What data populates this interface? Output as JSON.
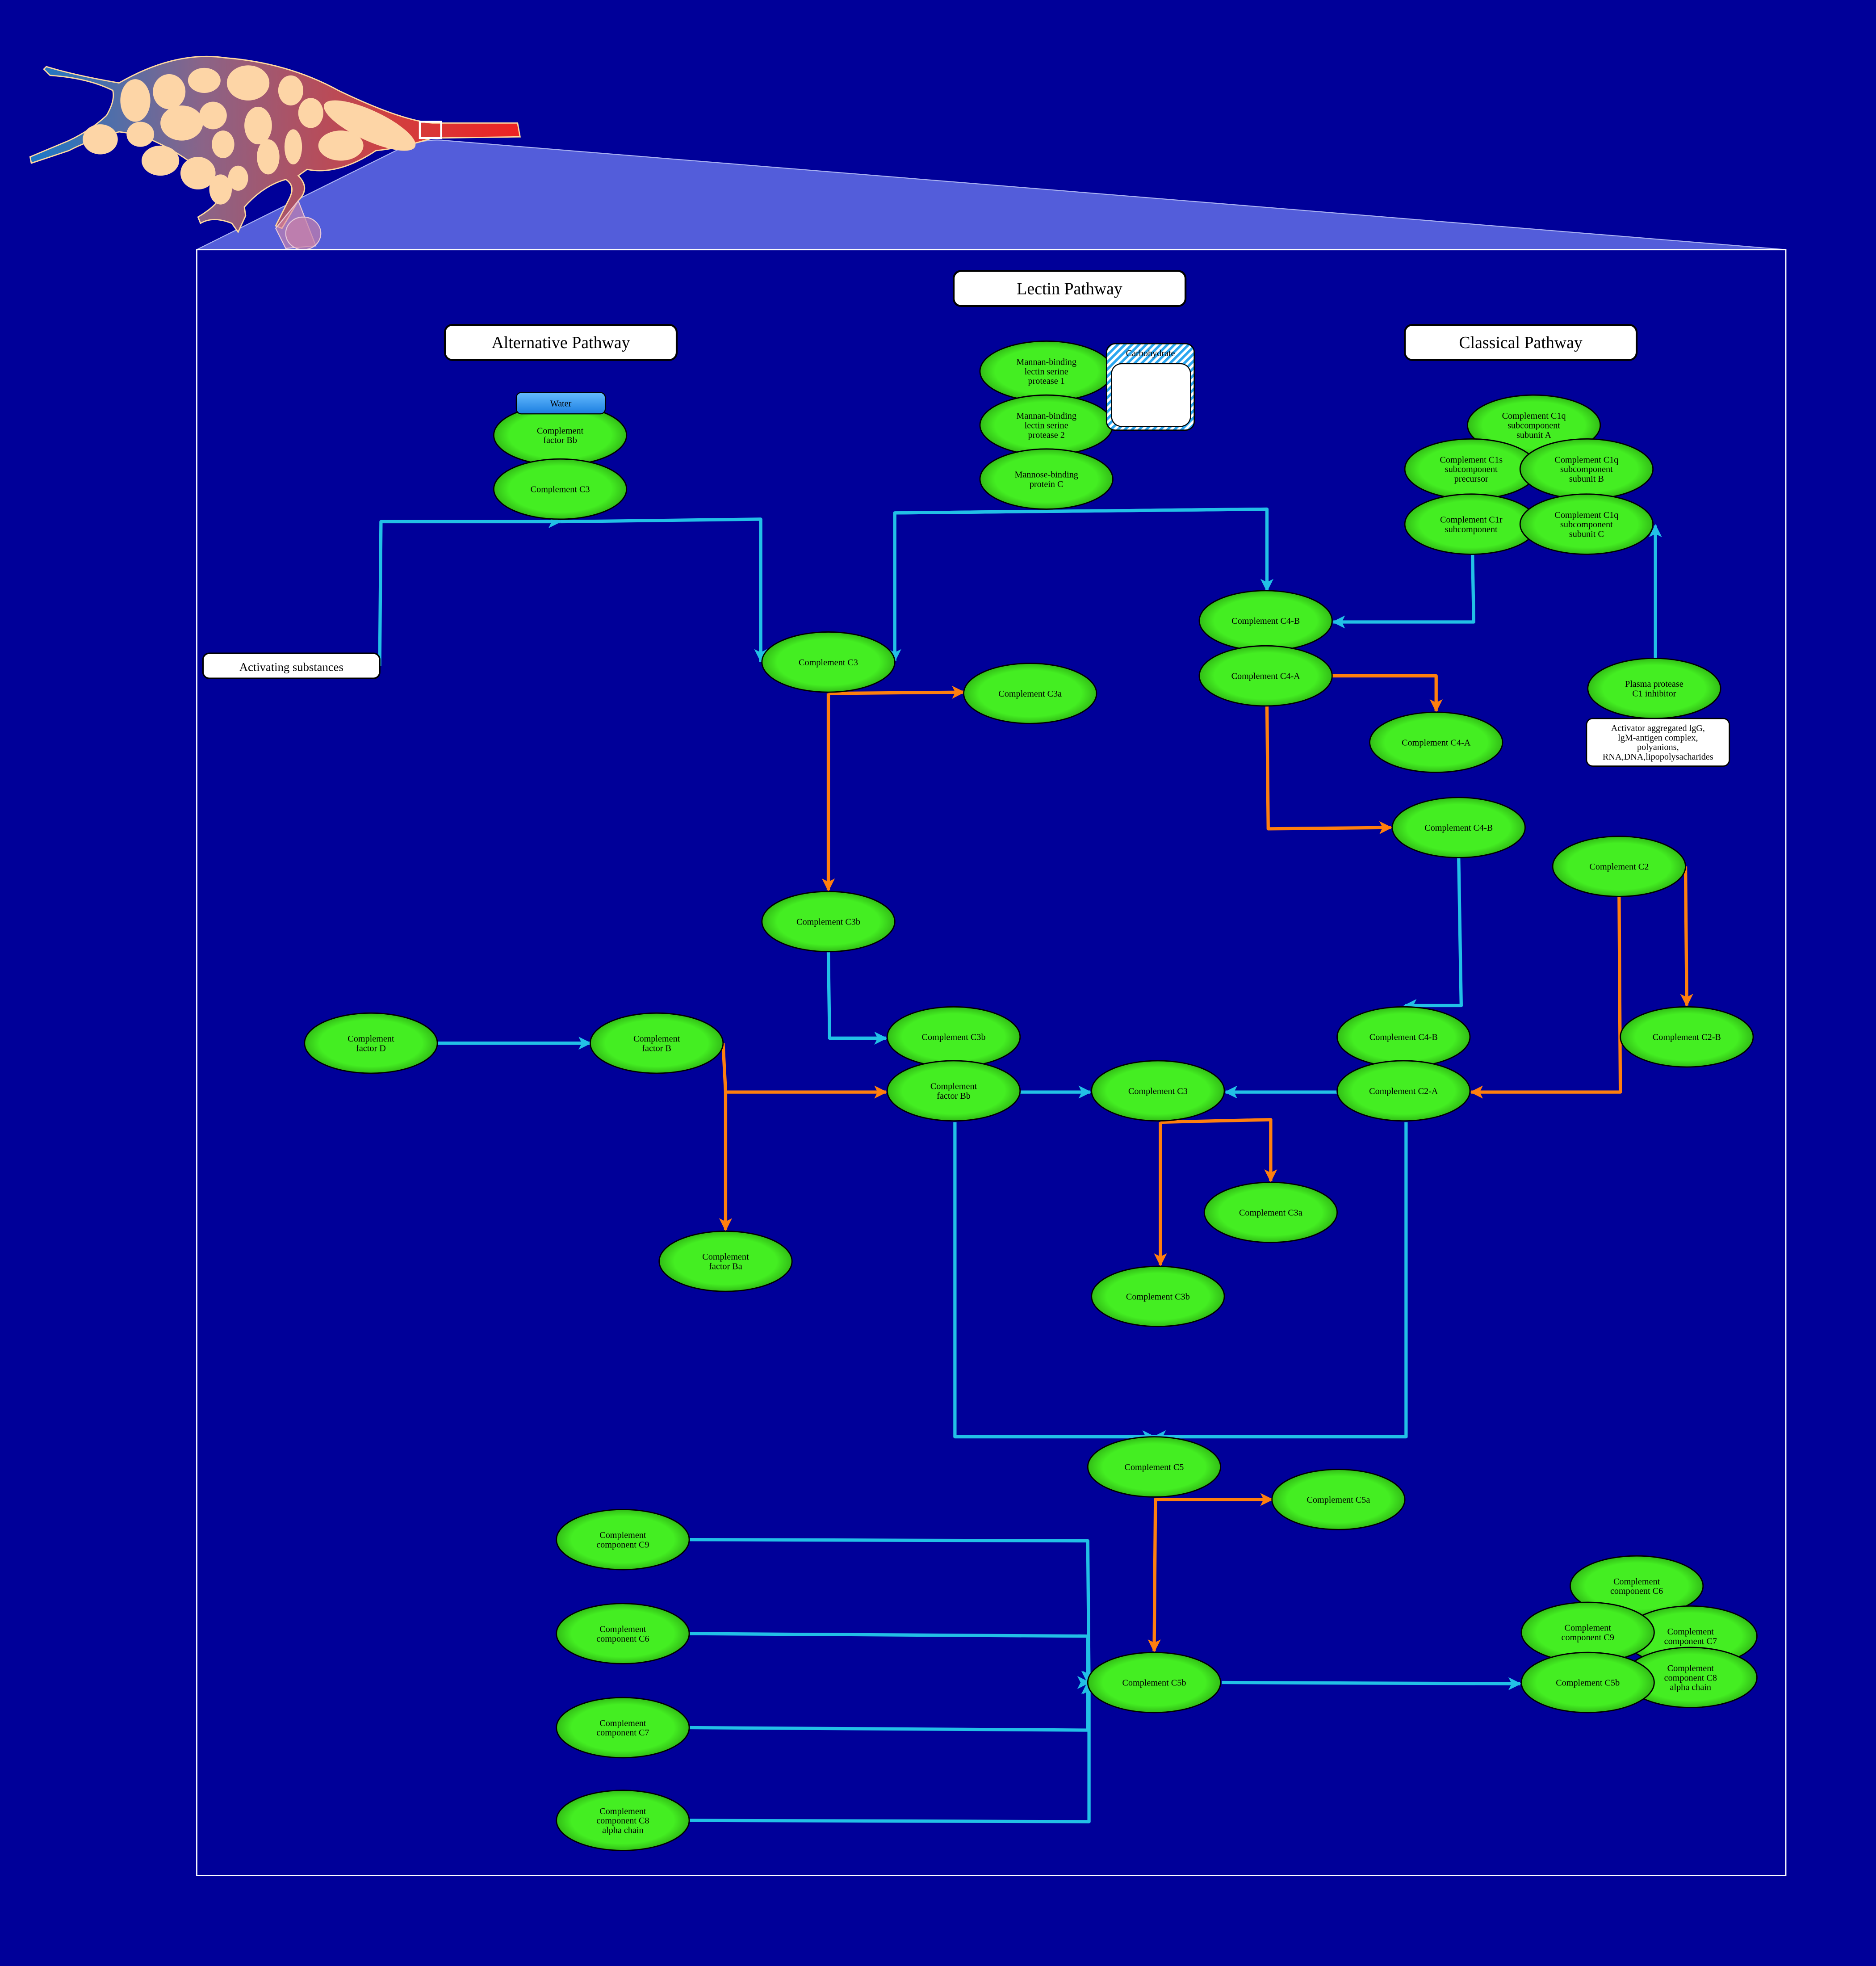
{
  "colors": {
    "background": "#000099",
    "node_fill": "#44ee22",
    "activation_edge": "#22c0e6",
    "cleavage_edge": "#ff7f0e",
    "frame": "#ffffff"
  },
  "headers": {
    "alternative": "Alternative Pathway",
    "lectin": "Lectin Pathway",
    "classical": "Classical Pathway"
  },
  "boxes": {
    "water": "Water",
    "carbohydrate": "Carbohydrate",
    "activating_substances": "Activating substances",
    "activator": [
      "Activator aggregated lgG,",
      "lgM-antigen complex,",
      "polyanions,",
      "RNA,DNA,lipopolysacharides"
    ]
  },
  "nodes": [
    {
      "id": "alt-factor-bb",
      "lines": [
        "Complement",
        "factor Bb"
      ]
    },
    {
      "id": "alt-c3",
      "lines": [
        "Complement C3"
      ]
    },
    {
      "id": "masp1",
      "lines": [
        "Mannan-binding",
        "lectin serine",
        "protease 1"
      ]
    },
    {
      "id": "masp2",
      "lines": [
        "Mannan-binding",
        "lectin serine",
        "protease 2"
      ]
    },
    {
      "id": "mbp-c",
      "lines": [
        "Mannose-binding",
        "protein C"
      ]
    },
    {
      "id": "c1q-a",
      "lines": [
        "Complement C1q",
        "subcomponent",
        "subunit A"
      ]
    },
    {
      "id": "c1s",
      "lines": [
        "Complement C1s",
        "subcomponent",
        "precursor"
      ]
    },
    {
      "id": "c1q-b",
      "lines": [
        "Complement C1q",
        "subcomponent",
        "subunit B"
      ]
    },
    {
      "id": "c1r",
      "lines": [
        "Complement C1r",
        "subcomponent"
      ]
    },
    {
      "id": "c1q-c",
      "lines": [
        "Complement C1q",
        "subcomponent",
        "subunit C"
      ]
    },
    {
      "id": "c3-main",
      "lines": [
        "Complement C3"
      ]
    },
    {
      "id": "c3a-1",
      "lines": [
        "Complement C3a"
      ]
    },
    {
      "id": "c4b-1",
      "lines": [
        "Complement C4-B"
      ]
    },
    {
      "id": "c4a-1",
      "lines": [
        "Complement C4-A"
      ]
    },
    {
      "id": "c4a-2",
      "lines": [
        "Complement C4-A"
      ]
    },
    {
      "id": "c1-inhibitor",
      "lines": [
        "Plasma protease",
        "C1 inhibitor"
      ]
    },
    {
      "id": "c4b-2",
      "lines": [
        "Complement C4-B"
      ]
    },
    {
      "id": "c2",
      "lines": [
        "Complement C2"
      ]
    },
    {
      "id": "c3b-1",
      "lines": [
        "Complement C3b"
      ]
    },
    {
      "id": "factor-d",
      "lines": [
        "Complement",
        "factor D"
      ]
    },
    {
      "id": "factor-b",
      "lines": [
        "Complement",
        "factor B"
      ]
    },
    {
      "id": "c3b-2",
      "lines": [
        "Complement C3b"
      ]
    },
    {
      "id": "factor-bb-2",
      "lines": [
        "Complement",
        "factor Bb"
      ]
    },
    {
      "id": "c3-2",
      "lines": [
        "Complement C3"
      ]
    },
    {
      "id": "c4b-3",
      "lines": [
        "Complement C4-B"
      ]
    },
    {
      "id": "c2a",
      "lines": [
        "Complement C2-A"
      ]
    },
    {
      "id": "c2b",
      "lines": [
        "Complement C2-B"
      ]
    },
    {
      "id": "c3a-2",
      "lines": [
        "Complement C3a"
      ]
    },
    {
      "id": "factor-ba",
      "lines": [
        "Complement",
        "factor Ba"
      ]
    },
    {
      "id": "c3b-3",
      "lines": [
        "Complement C3b"
      ]
    },
    {
      "id": "c5",
      "lines": [
        "Complement C5"
      ]
    },
    {
      "id": "c5a",
      "lines": [
        "Complement C5a"
      ]
    },
    {
      "id": "c9",
      "lines": [
        "Complement",
        "component C9"
      ]
    },
    {
      "id": "c6",
      "lines": [
        "Complement",
        "component C6"
      ]
    },
    {
      "id": "c7",
      "lines": [
        "Complement",
        "component C7"
      ]
    },
    {
      "id": "c8",
      "lines": [
        "Complement",
        "component C8",
        "alpha chain"
      ]
    },
    {
      "id": "c5b",
      "lines": [
        "Complement C5b"
      ]
    },
    {
      "id": "mac-c6",
      "lines": [
        "Complement",
        "component C6"
      ]
    },
    {
      "id": "mac-c7",
      "lines": [
        "Complement",
        "component C7"
      ]
    },
    {
      "id": "mac-c9",
      "lines": [
        "Complement",
        "component C9"
      ]
    },
    {
      "id": "mac-c8",
      "lines": [
        "Complement",
        "component C8",
        "alpha chain"
      ]
    },
    {
      "id": "mac-c5b",
      "lines": [
        "Complement C5b"
      ]
    }
  ]
}
